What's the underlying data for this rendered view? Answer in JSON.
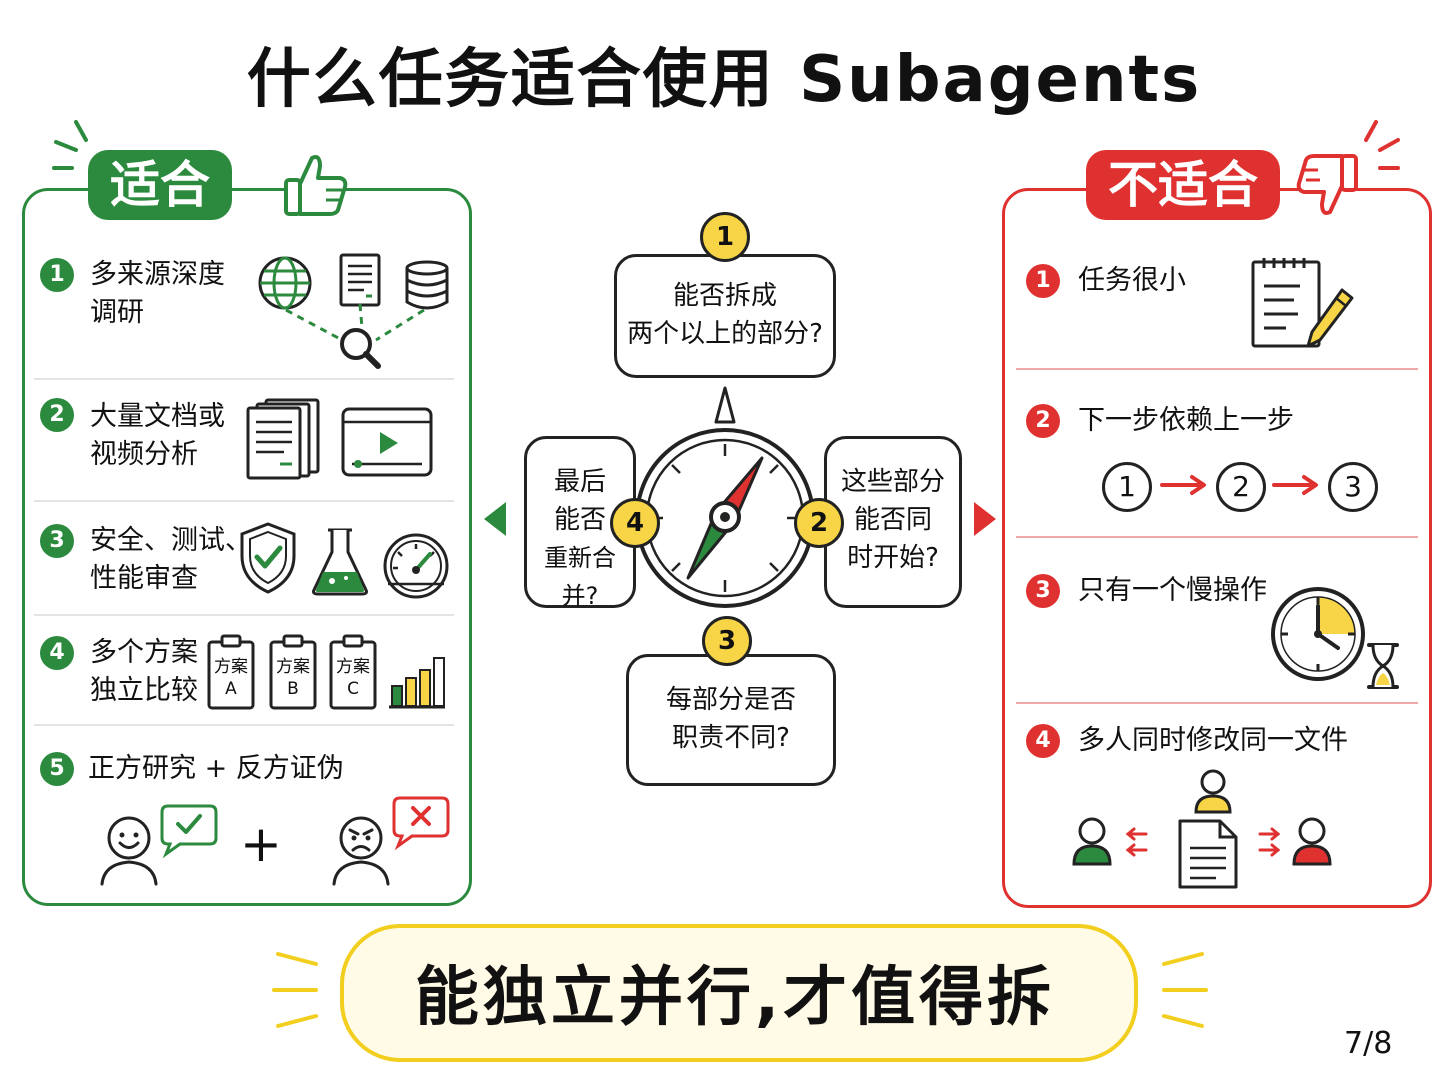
{
  "title": "什么任务适合使用 Subagents",
  "suitable": {
    "label": "适合",
    "items": [
      {
        "num": "1",
        "line1": "多来源深度",
        "line2": "调研"
      },
      {
        "num": "2",
        "line1": "大量文档或",
        "line2": "视频分析"
      },
      {
        "num": "3",
        "line1": "安全、测试、",
        "line2": "性能审查"
      },
      {
        "num": "4",
        "line1": "多个方案",
        "line2": "独立比较"
      },
      {
        "num": "5",
        "line1": "正方研究 + 反方证伪",
        "line2": ""
      }
    ],
    "plans": [
      {
        "top": "方案",
        "letter": "A"
      },
      {
        "top": "方案",
        "letter": "B"
      },
      {
        "top": "方案",
        "letter": "C"
      }
    ],
    "plus": "+"
  },
  "unsuitable": {
    "label": "不适合",
    "items": [
      {
        "num": "1",
        "text": "任务很小"
      },
      {
        "num": "2",
        "text": "下一步依赖上一步"
      },
      {
        "num": "3",
        "text": "只有一个慢操作"
      },
      {
        "num": "4",
        "text": "多人同时修改同一文件"
      }
    ],
    "steps": [
      "1",
      "2",
      "3"
    ]
  },
  "questions": [
    {
      "num": "1",
      "line1": "能否拆成",
      "line2": "两个以上的部分?",
      "line3": ""
    },
    {
      "num": "2",
      "line1": "这些部分",
      "line2": "能否同",
      "line3": "时开始?"
    },
    {
      "num": "3",
      "line1": "每部分是否",
      "line2": "职责不同?",
      "line3": ""
    },
    {
      "num": "4",
      "line1": "最后",
      "line2": "能否",
      "line3": "重新合并?"
    }
  ],
  "slogan": "能独立并行,才值得拆",
  "page": "7/8",
  "colors": {
    "green": "#2b8a3e",
    "red": "#e03131",
    "yellow": "#f7d547"
  },
  "icons": [
    "thumbs-up-icon",
    "thumbs-down-icon",
    "globe-icon",
    "document-icon",
    "database-icon",
    "magnifier-icon",
    "documents-stack-icon",
    "video-player-icon",
    "shield-check-icon",
    "flask-icon",
    "gauge-icon",
    "bar-chart-icon",
    "happy-face-icon",
    "check-bubble-icon",
    "angry-face-icon",
    "cross-bubble-icon",
    "notepad-pencil-icon",
    "clock-icon",
    "hourglass-icon",
    "user-icon",
    "file-icon",
    "compass-icon"
  ]
}
